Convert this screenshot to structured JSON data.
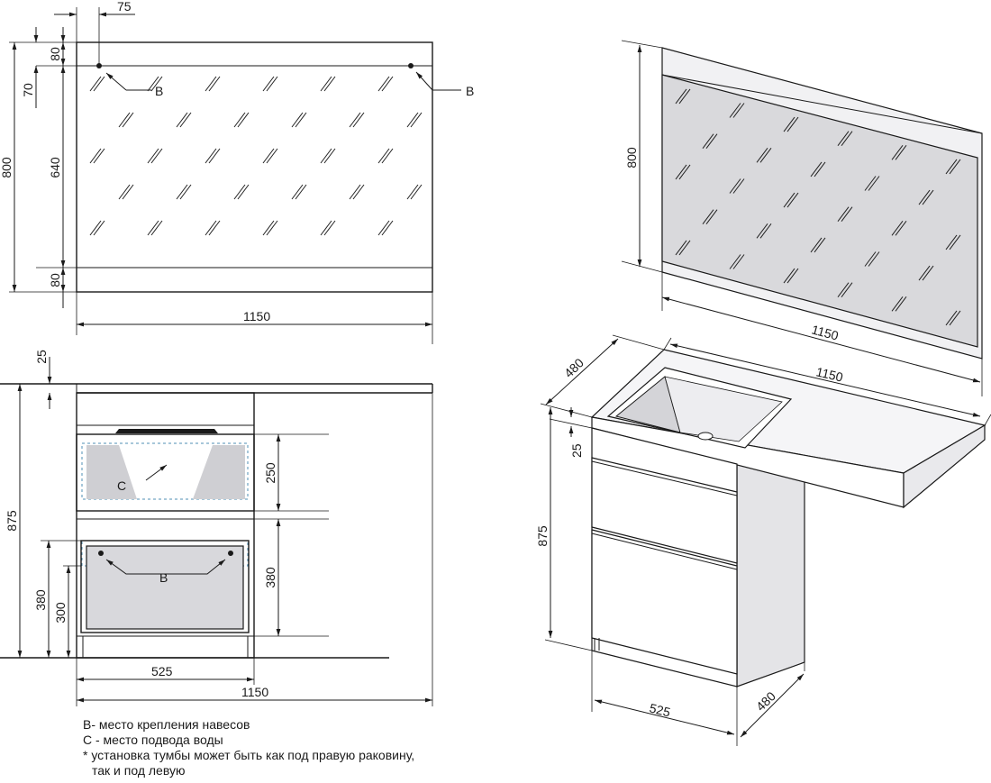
{
  "dims": {
    "mirror_offset": "75",
    "mirror_top_band": "80",
    "mirror_pin": "70",
    "mirror_height": "800",
    "mirror_glass": "640",
    "mirror_bottom_band": "80",
    "mirror_width": "1150",
    "top_thickness": "25",
    "cabinet_height": "875",
    "drawer_top": "250",
    "drawer_bottom": "380",
    "hinge_height": "380",
    "hinge_300": "300",
    "cabinet_width": "525",
    "total_width": "1150",
    "iso_mirror_height": "800",
    "iso_mirror_width": "1150",
    "iso_depth": "480",
    "iso_top_width": "1150",
    "iso_top_thickness": "25",
    "iso_height": "875",
    "iso_cab_width": "525",
    "iso_cab_depth": "480"
  },
  "labels": {
    "b": "B",
    "c": "C"
  },
  "notes": {
    "line1": "B- место крепления навесов",
    "line2": "C - место подвода воды",
    "line3": "* установка тумбы может быть как под правую раковину,",
    "line4": "так и под левую"
  }
}
